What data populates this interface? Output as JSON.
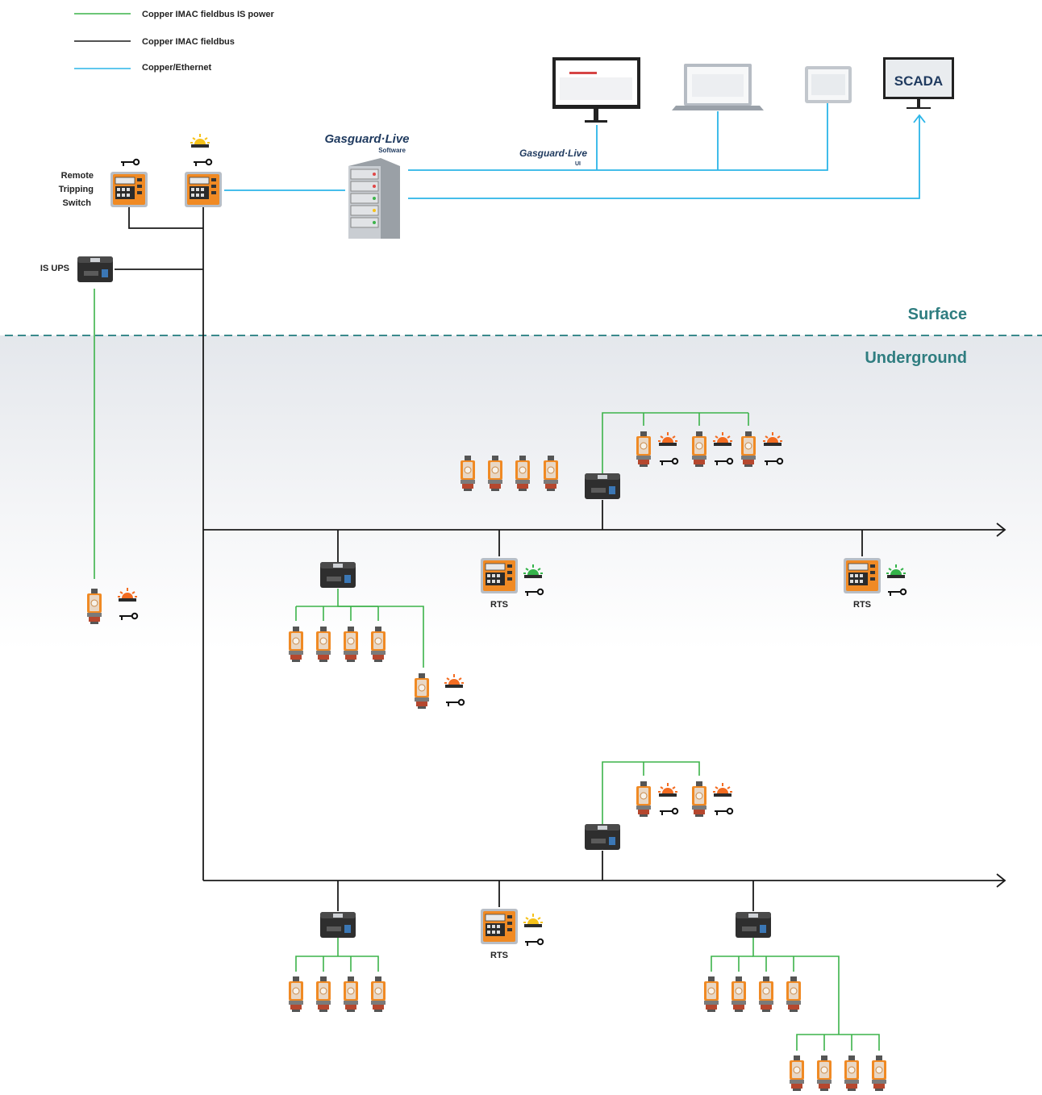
{
  "legend": [
    {
      "label": "Copper IMAC fieldbus IS power",
      "color": "#3cb34a"
    },
    {
      "label": "Copper IMAC fieldbus",
      "color": "#1a1a1a"
    },
    {
      "label": "Copper/Ethernet",
      "color": "#2bb5e8"
    }
  ],
  "zones": {
    "surface": "Surface",
    "underground": "Underground"
  },
  "colors": {
    "power": "#3cb34a",
    "bus": "#1a1a1a",
    "ethernet": "#2bb5e8",
    "zone_text": "#2f7d80",
    "orange": "#f08a24",
    "beacon_amber": "#f6c21a",
    "beacon_orange": "#f36c21",
    "beacon_green": "#35b44a"
  },
  "surface": {
    "remote_tripping_switch": {
      "label_lines": [
        "Remote",
        "Tripping",
        "Switch"
      ]
    },
    "is_ups": {
      "label": "IS UPS"
    },
    "server": {
      "brand": "Gasguard·Live",
      "caption": "Software"
    },
    "ui": {
      "brand": "Gasguard·Live",
      "caption": "UI"
    },
    "scada": {
      "label": "SCADA"
    }
  },
  "underground": {
    "rts_labels": [
      "RTS",
      "RTS",
      "RTS"
    ]
  },
  "icons": [
    "sensor-icon",
    "controller-icon",
    "beacon-icon",
    "key-icon",
    "hub-icon",
    "server-icon",
    "monitor-icon",
    "laptop-icon",
    "tablet-icon"
  ]
}
